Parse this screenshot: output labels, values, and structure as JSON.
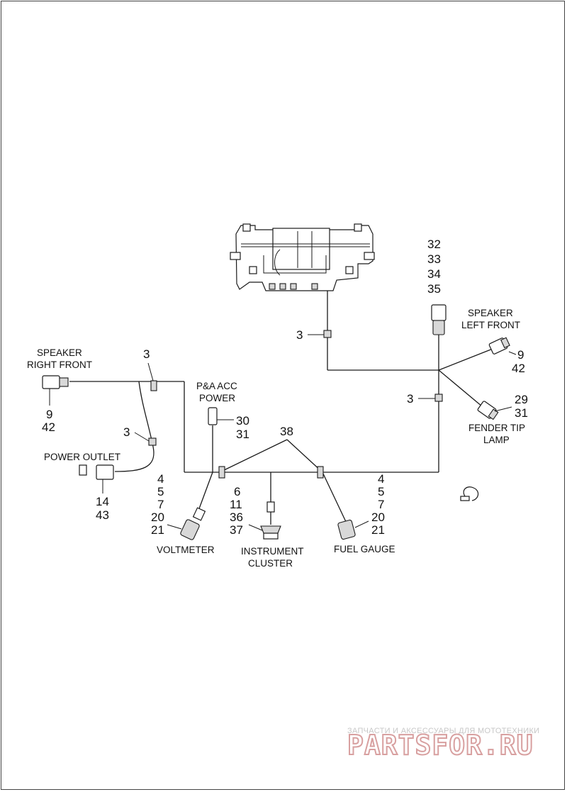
{
  "callouts": {
    "c3_top": "3",
    "c3_right": "3",
    "c3_left_a": "3",
    "c3_left_b": "3",
    "speaker_left": [
      "32",
      "33",
      "34",
      "35"
    ],
    "speaker_left_front_refs": [
      "9",
      "42"
    ],
    "fender_tip_refs": [
      "29",
      "31"
    ],
    "speaker_right_refs": [
      "9",
      "42"
    ],
    "pa_acc_refs": [
      "30",
      "31"
    ],
    "c38": "38",
    "power_outlet_refs": [
      "14",
      "43"
    ],
    "voltmeter_refs": [
      "4",
      "5",
      "7",
      "20",
      "21"
    ],
    "cluster_refs": [
      "6",
      "11",
      "36",
      "37"
    ],
    "fuel_refs": [
      "4",
      "5",
      "7",
      "20",
      "21"
    ]
  },
  "labels": {
    "speaker_left_front": [
      "SPEAKER",
      "LEFT FRONT"
    ],
    "speaker_right_front": [
      "SPEAKER",
      "RIGHT FRONT"
    ],
    "pa_acc_power": [
      "P&A ACC",
      "POWER"
    ],
    "power_outlet": "POWER OUTLET",
    "fender_tip_lamp": [
      "FENDER TIP",
      "LAMP"
    ],
    "voltmeter": "VOLTMETER",
    "instrument_cluster": [
      "INSTRUMENT",
      "CLUSTER"
    ],
    "fuel_gauge": "FUEL GAUGE"
  },
  "watermark": {
    "tagline": "ЗАПЧАСТИ И АКСЕССУАРЫ ДЛЯ МОТОТЕХНИКИ",
    "brand": "PARTSFOR.RU"
  },
  "colors": {
    "line": "#1a1a1a",
    "watermark_outline": "#d8a0a0",
    "watermark_tag": "#c7c7c7"
  }
}
